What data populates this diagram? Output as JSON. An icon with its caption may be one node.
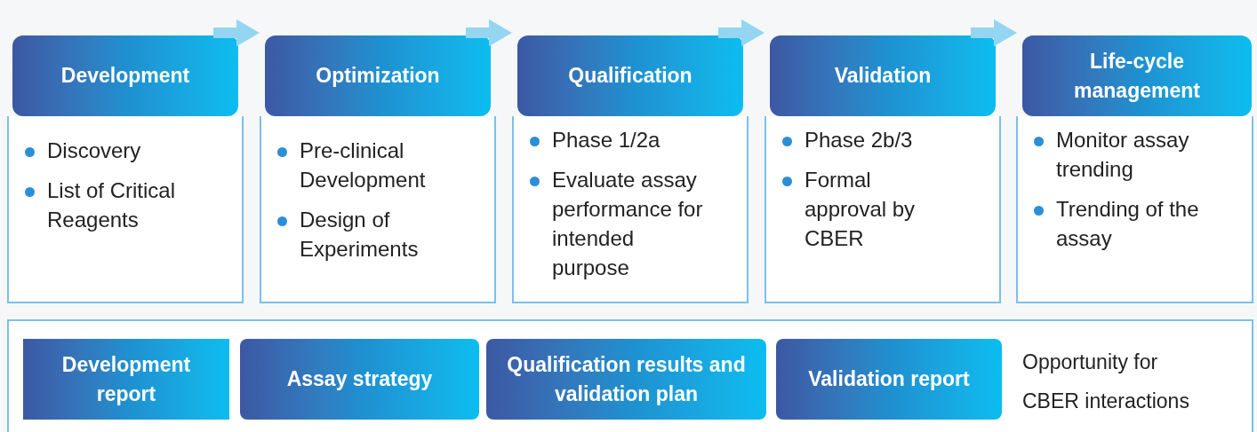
{
  "diagram": {
    "nodes": [
      {
        "text": [
          "Development"
        ]
      },
      {
        "text": [
          "Discovery",
          "List of Critical Reagents"
        ]
      },
      {
        "text": [
          "Optimization"
        ]
      },
      {
        "text": [
          "Pre-clinical Development",
          "Design of Experiments"
        ]
      },
      {
        "text": [
          "Qualification"
        ]
      },
      {
        "text": [
          "Phase 1/2a",
          "Evaluate assay performance for intended purpose"
        ]
      },
      {
        "text": [
          "Validation"
        ]
      },
      {
        "text": [
          "Phase 2b/3",
          "Formal approval by CBER"
        ]
      },
      {
        "text": [
          "Life-cycle management"
        ]
      },
      {
        "text": [
          "Monitor assay trending",
          "Trending of the assay"
        ]
      },
      {
        "text": [],
        "shape": "box"
      },
      {
        "text": [
          "Development report"
        ],
        "in": 10
      },
      {
        "text": [
          "Assay strategy"
        ],
        "in": 10
      },
      {
        "text": [
          "Qualification results and validation plan"
        ],
        "in": 10
      },
      {
        "text": [
          "Validation report"
        ],
        "in": 10
      }
    ],
    "edges": [
      {
        "from": 0,
        "to": 2,
        "arrow": "to"
      },
      {
        "from": 2,
        "to": 4,
        "arrow": "to"
      },
      {
        "from": 4,
        "to": 6,
        "arrow": "to"
      },
      {
        "from": 6,
        "to": 8,
        "arrow": "to"
      }
    ],
    "labels": [
      "Opportunity for CBER interactions"
    ]
  }
}
